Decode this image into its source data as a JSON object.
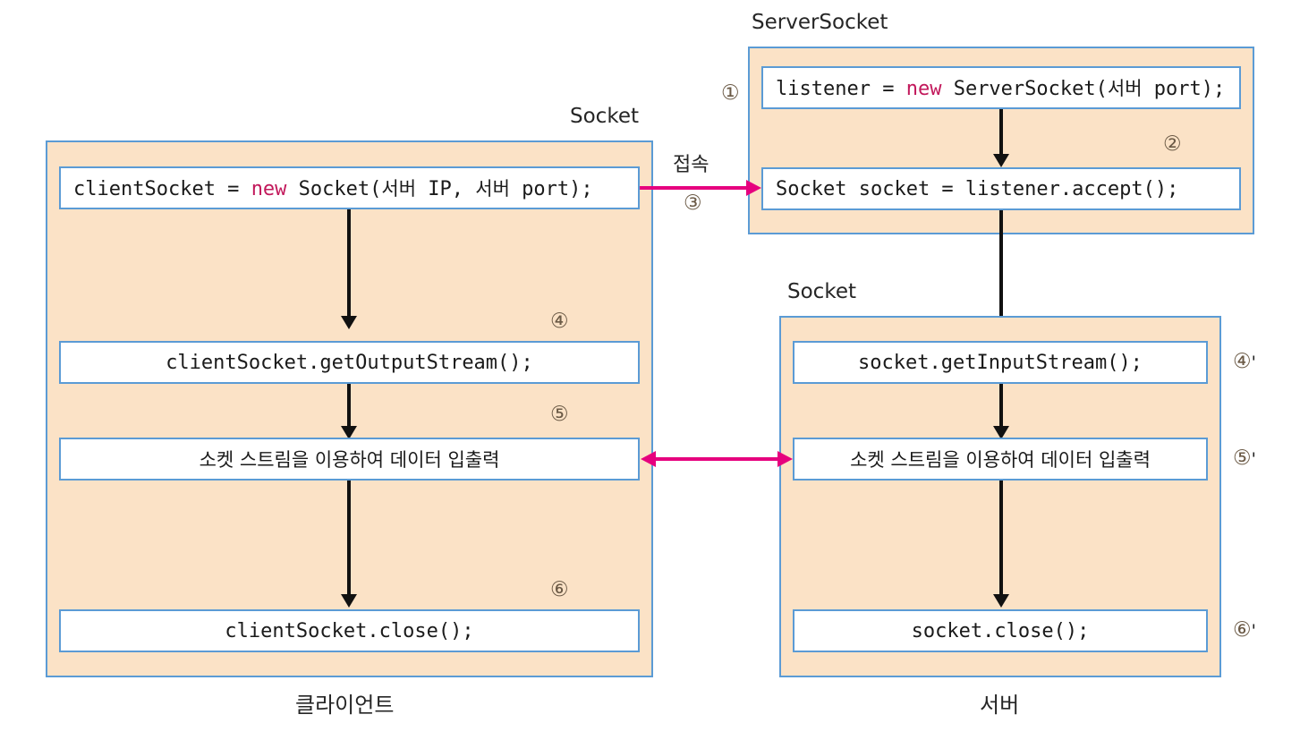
{
  "diagram": {
    "title_client_group": "Socket",
    "title_server_group": "ServerSocket",
    "title_server_socket_group": "Socket",
    "footer_client": "클라이언트",
    "footer_server": "서버",
    "colors": {
      "panel_fill": "#FBE2C6",
      "panel_border": "#5B9BD5",
      "box_fill": "#FFFFFF",
      "box_border": "#5B9BD5",
      "flow_arrow": "#111111",
      "link_arrow": "#E6007E",
      "keyword": "#C2185B",
      "marker": "#6B5A46"
    }
  },
  "client": {
    "group_label": "Socket",
    "footer_label": "클라이언트",
    "steps": [
      {
        "marker": "④",
        "code_parts": [
          {
            "text": "clientSocket = ",
            "type": "plain"
          },
          {
            "text": "new",
            "type": "keyword"
          },
          {
            "text": " Socket(서버 IP, 서버 port);",
            "type": "plain"
          }
        ],
        "code_text": "clientSocket = new Socket(서버 IP, 서버 port);",
        "align": "left"
      },
      {
        "marker": "④",
        "code_text": "clientSocket.getOutputStream();",
        "align": "center"
      },
      {
        "marker": "⑤",
        "code_text": "소켓 스트림을 이용하여 데이터 입출력",
        "align": "center"
      },
      {
        "marker": "⑥",
        "code_text": "clientSocket.close();",
        "align": "center"
      }
    ]
  },
  "server": {
    "serversocket_group_label": "ServerSocket",
    "socket_group_label": "Socket",
    "footer_label": "서버",
    "serversocket_steps": [
      {
        "marker": "①",
        "code_parts": [
          {
            "text": "listener = ",
            "type": "plain"
          },
          {
            "text": "new",
            "type": "keyword"
          },
          {
            "text": " ServerSocket(서버 port);",
            "type": "plain"
          }
        ],
        "code_text": "listener = new ServerSocket(서버 port);",
        "align": "left"
      },
      {
        "marker": "②",
        "code_text": "Socket socket = listener.accept();",
        "align": "left"
      }
    ],
    "socket_steps": [
      {
        "marker": "④",
        "marker_prime": "'",
        "code_text": "socket.getInputStream();",
        "align": "center"
      },
      {
        "marker": "⑤",
        "marker_prime": "'",
        "code_text": "소켓 스트림을 이용하여 데이터 입출력",
        "align": "center"
      },
      {
        "marker": "⑥",
        "marker_prime": "'",
        "code_text": "socket.close();",
        "align": "center"
      }
    ]
  },
  "connections": {
    "connect": {
      "label": "접속",
      "marker": "③",
      "direction": "right"
    },
    "data_exchange": {
      "label": "",
      "direction": "both"
    }
  }
}
